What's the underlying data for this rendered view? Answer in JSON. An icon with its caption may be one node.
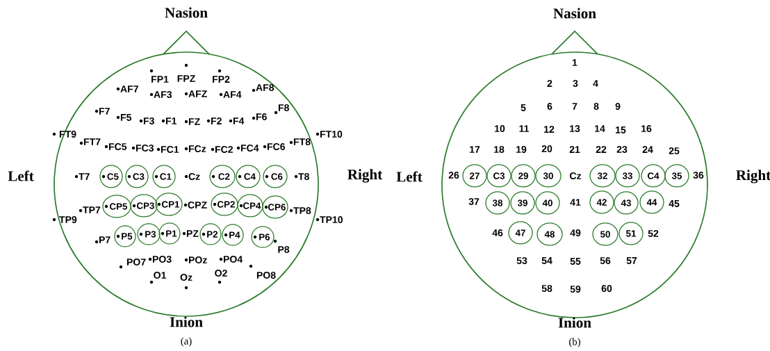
{
  "diagram": {
    "nodes": [
      {
        "text": [],
        "shape": "circle",
        "beside": [
          "Nasion",
          "Left",
          "Right",
          "Inion",
          "(a)"
        ]
      },
      {
        "text": [
          "C5"
        ],
        "in": 0
      },
      {
        "text": [
          "C3"
        ],
        "in": 0
      },
      {
        "text": [
          "C1"
        ],
        "in": 0
      },
      {
        "text": [
          "C2"
        ],
        "in": 0
      },
      {
        "text": [
          "C4"
        ],
        "in": 0
      },
      {
        "text": [
          "C6"
        ],
        "in": 0
      },
      {
        "text": [
          "CP5"
        ],
        "in": 0
      },
      {
        "text": [
          "CP3"
        ],
        "in": 0
      },
      {
        "text": [
          "CP1"
        ],
        "in": 0
      },
      {
        "text": [
          "CP2"
        ],
        "in": 0
      },
      {
        "text": [
          "CP4"
        ],
        "in": 0
      },
      {
        "text": [
          "CP6"
        ],
        "in": 0
      },
      {
        "text": [
          "P5"
        ],
        "in": 0
      },
      {
        "text": [
          "P3"
        ],
        "in": 0
      },
      {
        "text": [
          "P1"
        ],
        "in": 0
      },
      {
        "text": [
          "P2"
        ],
        "in": 0
      },
      {
        "text": [
          "P4"
        ],
        "in": 0
      },
      {
        "text": [
          "P6"
        ],
        "in": 0
      },
      {
        "text": [],
        "shape": "circle",
        "beside": [
          "Nasion",
          "Left",
          "Right",
          "Inion",
          "(b)"
        ]
      },
      {
        "text": [
          "27"
        ],
        "in": 19
      },
      {
        "text": [
          "C3"
        ],
        "in": 19
      },
      {
        "text": [
          "29"
        ],
        "in": 19
      },
      {
        "text": [
          "30"
        ],
        "in": 19
      },
      {
        "text": [
          "32"
        ],
        "in": 19
      },
      {
        "text": [
          "33"
        ],
        "in": 19
      },
      {
        "text": [
          "C4"
        ],
        "in": 19
      },
      {
        "text": [
          "35"
        ],
        "in": 19
      },
      {
        "text": [
          "38"
        ],
        "in": 19
      },
      {
        "text": [
          "39"
        ],
        "in": 19
      },
      {
        "text": [
          "40"
        ],
        "in": 19
      },
      {
        "text": [
          "42"
        ],
        "in": 19
      },
      {
        "text": [
          "43"
        ],
        "in": 19
      },
      {
        "text": [
          "44"
        ],
        "in": 19
      },
      {
        "text": [
          "47"
        ],
        "in": 19
      },
      {
        "text": [
          "48"
        ],
        "in": 19
      },
      {
        "text": [
          "50"
        ],
        "in": 19
      },
      {
        "text": [
          "51"
        ],
        "in": 19
      }
    ],
    "labels": [
      "FP1",
      "FPZ",
      "FP2",
      "AF7",
      "AF3",
      "AFZ",
      "AF4",
      "AF8",
      "F7",
      "F5",
      "F3",
      "F1",
      "FZ",
      "F2",
      "F4",
      "F6",
      "F8",
      "FT9",
      "FT7",
      "FC5",
      "FC3",
      "FC1",
      "FCz",
      "FC2",
      "FC4",
      "FC6",
      "FT8",
      "FT10",
      "T7",
      "Cz",
      "T8",
      "TP9",
      "TP7",
      "CPZ",
      "TP8",
      "TP10",
      "P7",
      "PZ",
      "P8",
      "PO7",
      "PO3",
      "POz",
      "PO4",
      "O1",
      "Oz",
      "O2",
      "PO8",
      "1",
      "2",
      "3",
      "4",
      "5",
      "6",
      "7",
      "8",
      "9",
      "10",
      "11",
      "12",
      "13",
      "14",
      "15",
      "16",
      "17",
      "18",
      "19",
      "20",
      "21",
      "22",
      "23",
      "24",
      "25",
      "26",
      "Cz",
      "36",
      "37",
      "41",
      "45",
      "46",
      "49",
      "52",
      "53",
      "54",
      "55",
      "56",
      "57",
      "58",
      "59",
      "60"
    ]
  }
}
